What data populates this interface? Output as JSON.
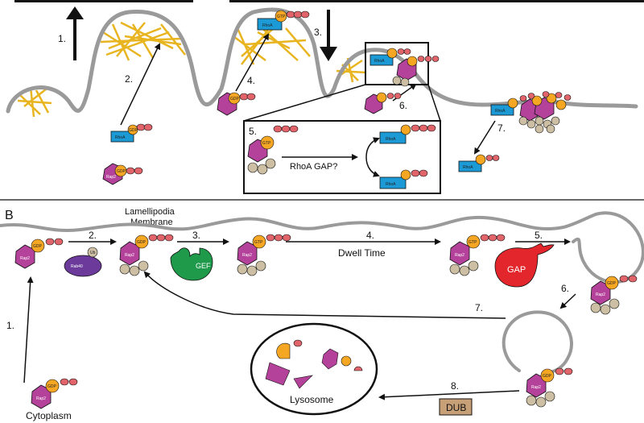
{
  "panel_b_label": "B",
  "panel_a": {
    "steps": [
      "1.",
      "2.",
      "3.",
      "4.",
      "5.",
      "6.",
      "7."
    ],
    "inset_step": "5.",
    "inset_text": "RhoA GAP?"
  },
  "panel_b": {
    "membrane_label_line1": "Lamellipodia",
    "membrane_label_line2": "Membrane",
    "steps": [
      "1.",
      "2.",
      "3.",
      "4.",
      "5.",
      "6.",
      "7.",
      "8."
    ],
    "dwell_time": "Dwell Time",
    "cytoplasm": "Cytoplasm",
    "lysosome": "Lysosome",
    "dub": "DUB",
    "gef": "GEF",
    "gap": "GAP",
    "rab40": "Rab40"
  },
  "molecules": {
    "rap2": "Rap2",
    "rhoa": "RhoA",
    "gtp": "GTP",
    "gdp": "GDP",
    "ub": "Ub"
  },
  "colors": {
    "rap2": "#b5429a",
    "nucleotide": "#f5a623",
    "rhoa": "#1b9ad6",
    "salmon": "#e0646a",
    "ub": "#cdbfa3",
    "actin": "#e8b420",
    "membrane": "#9a9a9a",
    "gef": "#1f9a4b",
    "gap": "#e3262b",
    "rab40": "#6b3a9a",
    "dub": "#c8a078"
  }
}
